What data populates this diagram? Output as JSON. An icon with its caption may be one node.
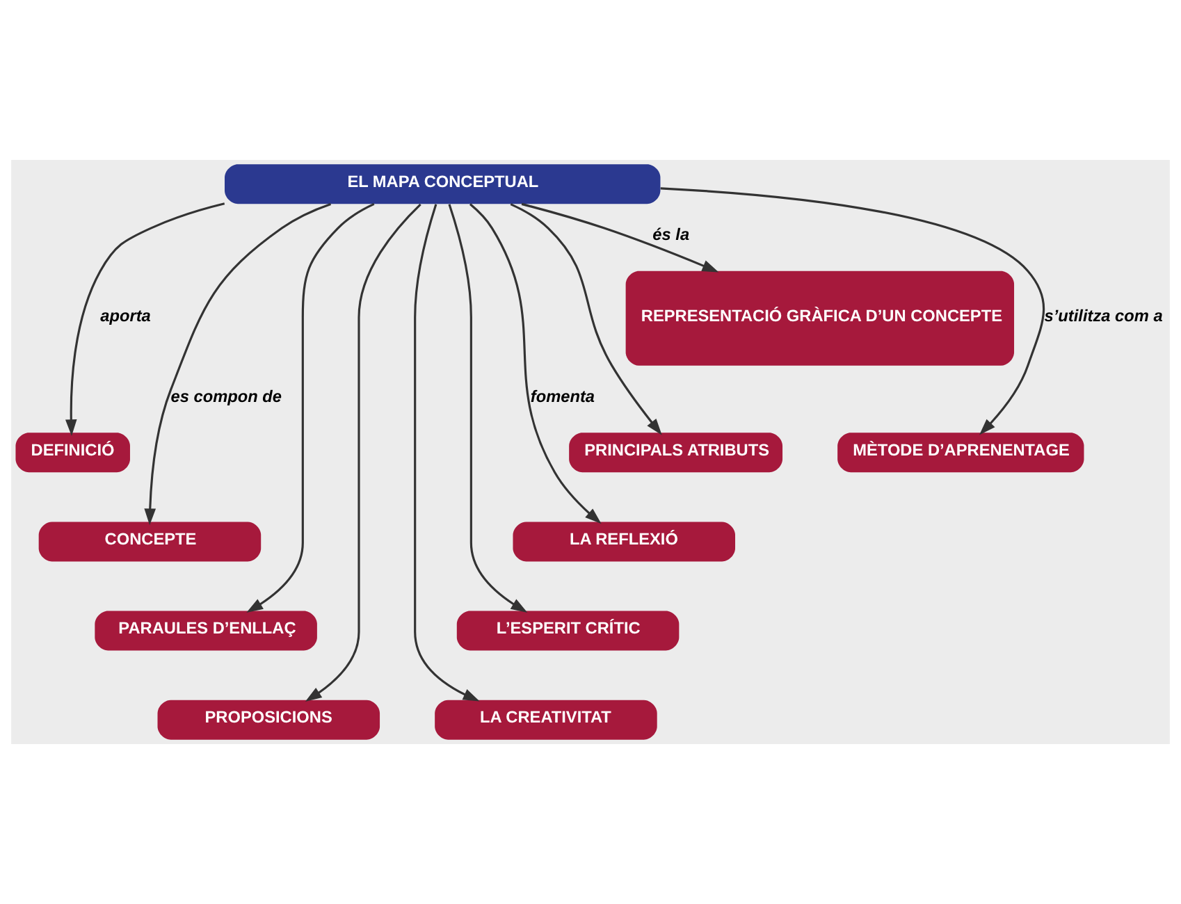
{
  "diagram": {
    "nodes": [
      {
        "text": [
          "EL MAPA CONCEPTUAL"
        ]
      },
      {
        "text": [
          "REPRESENTACIÓ GRÀFICA D’UN CONCEPTE"
        ]
      },
      {
        "text": [
          "DEFINICIÓ"
        ]
      },
      {
        "text": [
          "PRINCIPALS ATRIBUTS"
        ]
      },
      {
        "text": [
          "MÈTODE D’APRENENTAGE"
        ]
      },
      {
        "text": [
          "CONCEPTE"
        ]
      },
      {
        "text": [
          "PARAULES D’ENLLAÇ"
        ]
      },
      {
        "text": [
          "PROPOSICIONS"
        ]
      },
      {
        "text": [
          "LA REFLEXIÓ"
        ]
      },
      {
        "text": [
          "L’ESPERIT CRÍTIC"
        ]
      },
      {
        "text": [
          "LA CREATIVITAT"
        ]
      }
    ],
    "edges": [
      {
        "from": 0,
        "to": 5,
        "arrow": "to",
        "label": "es compon de"
      },
      {
        "from": 0,
        "to": 6,
        "arrow": "to"
      },
      {
        "from": 0,
        "to": 7,
        "arrow": "to"
      },
      {
        "from": 0,
        "to": 2,
        "arrow": "to",
        "label": "aporta"
      },
      {
        "from": 0,
        "to": 3,
        "arrow": "to"
      },
      {
        "from": 0,
        "to": 1,
        "arrow": "to",
        "label": "és la"
      },
      {
        "from": 0,
        "to": 4,
        "arrow": "to",
        "label": "s’utilitza com a"
      },
      {
        "from": 0,
        "to": 8,
        "arrow": "to",
        "label": "fomenta"
      },
      {
        "from": 0,
        "to": 9,
        "arrow": "to"
      },
      {
        "from": 0,
        "to": 10,
        "arrow": "to"
      }
    ]
  }
}
